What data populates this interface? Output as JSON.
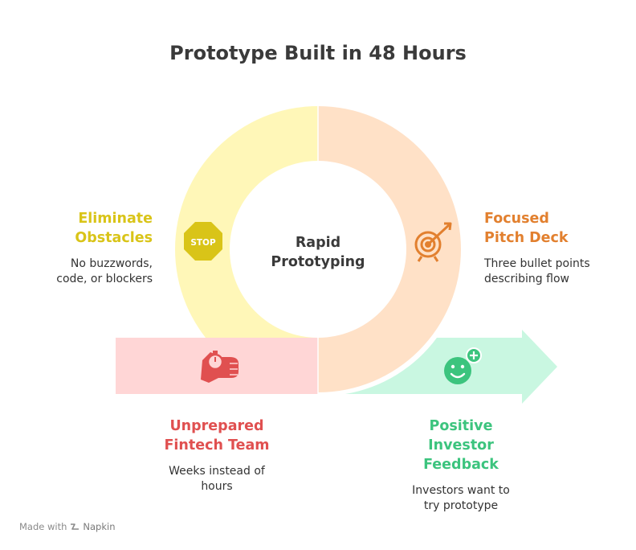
{
  "title": "Prototype Built in 48 Hours",
  "center": {
    "line1": "Rapid",
    "line2": "Prototyping"
  },
  "stages": {
    "eliminate": {
      "title_line1": "Eliminate",
      "title_line2": "Obstacles",
      "desc_line1": "No buzzwords,",
      "desc_line2": "code, or blockers",
      "color": "#D9C418",
      "fill": "#FFF7B8",
      "icon": "stop-sign-icon"
    },
    "pitch": {
      "title_line1": "Focused",
      "title_line2": "Pitch Deck",
      "desc_line1": "Three bullet points",
      "desc_line2": "describing flow",
      "color": "#E2802F",
      "fill": "#FFE1C7",
      "icon": "target-arrow-icon"
    },
    "unprepared": {
      "title_line1": "Unprepared",
      "title_line2": "Fintech Team",
      "desc_line1": "Weeks instead of",
      "desc_line2": "hours",
      "color": "#E05050",
      "fill": "#FFD6D6",
      "icon": "hand-stopwatch-icon"
    },
    "feedback": {
      "title_line1": "Positive",
      "title_line2": "Investor",
      "title_line3": "Feedback",
      "desc_line1": "Investors want to",
      "desc_line2": "try prototype",
      "color": "#3CC47E",
      "fill": "#C9F7E1",
      "icon": "smiley-plus-icon"
    }
  },
  "stop_sign_text": "STOP",
  "footer": {
    "made_with": "Made with",
    "brand": "Napkin"
  }
}
